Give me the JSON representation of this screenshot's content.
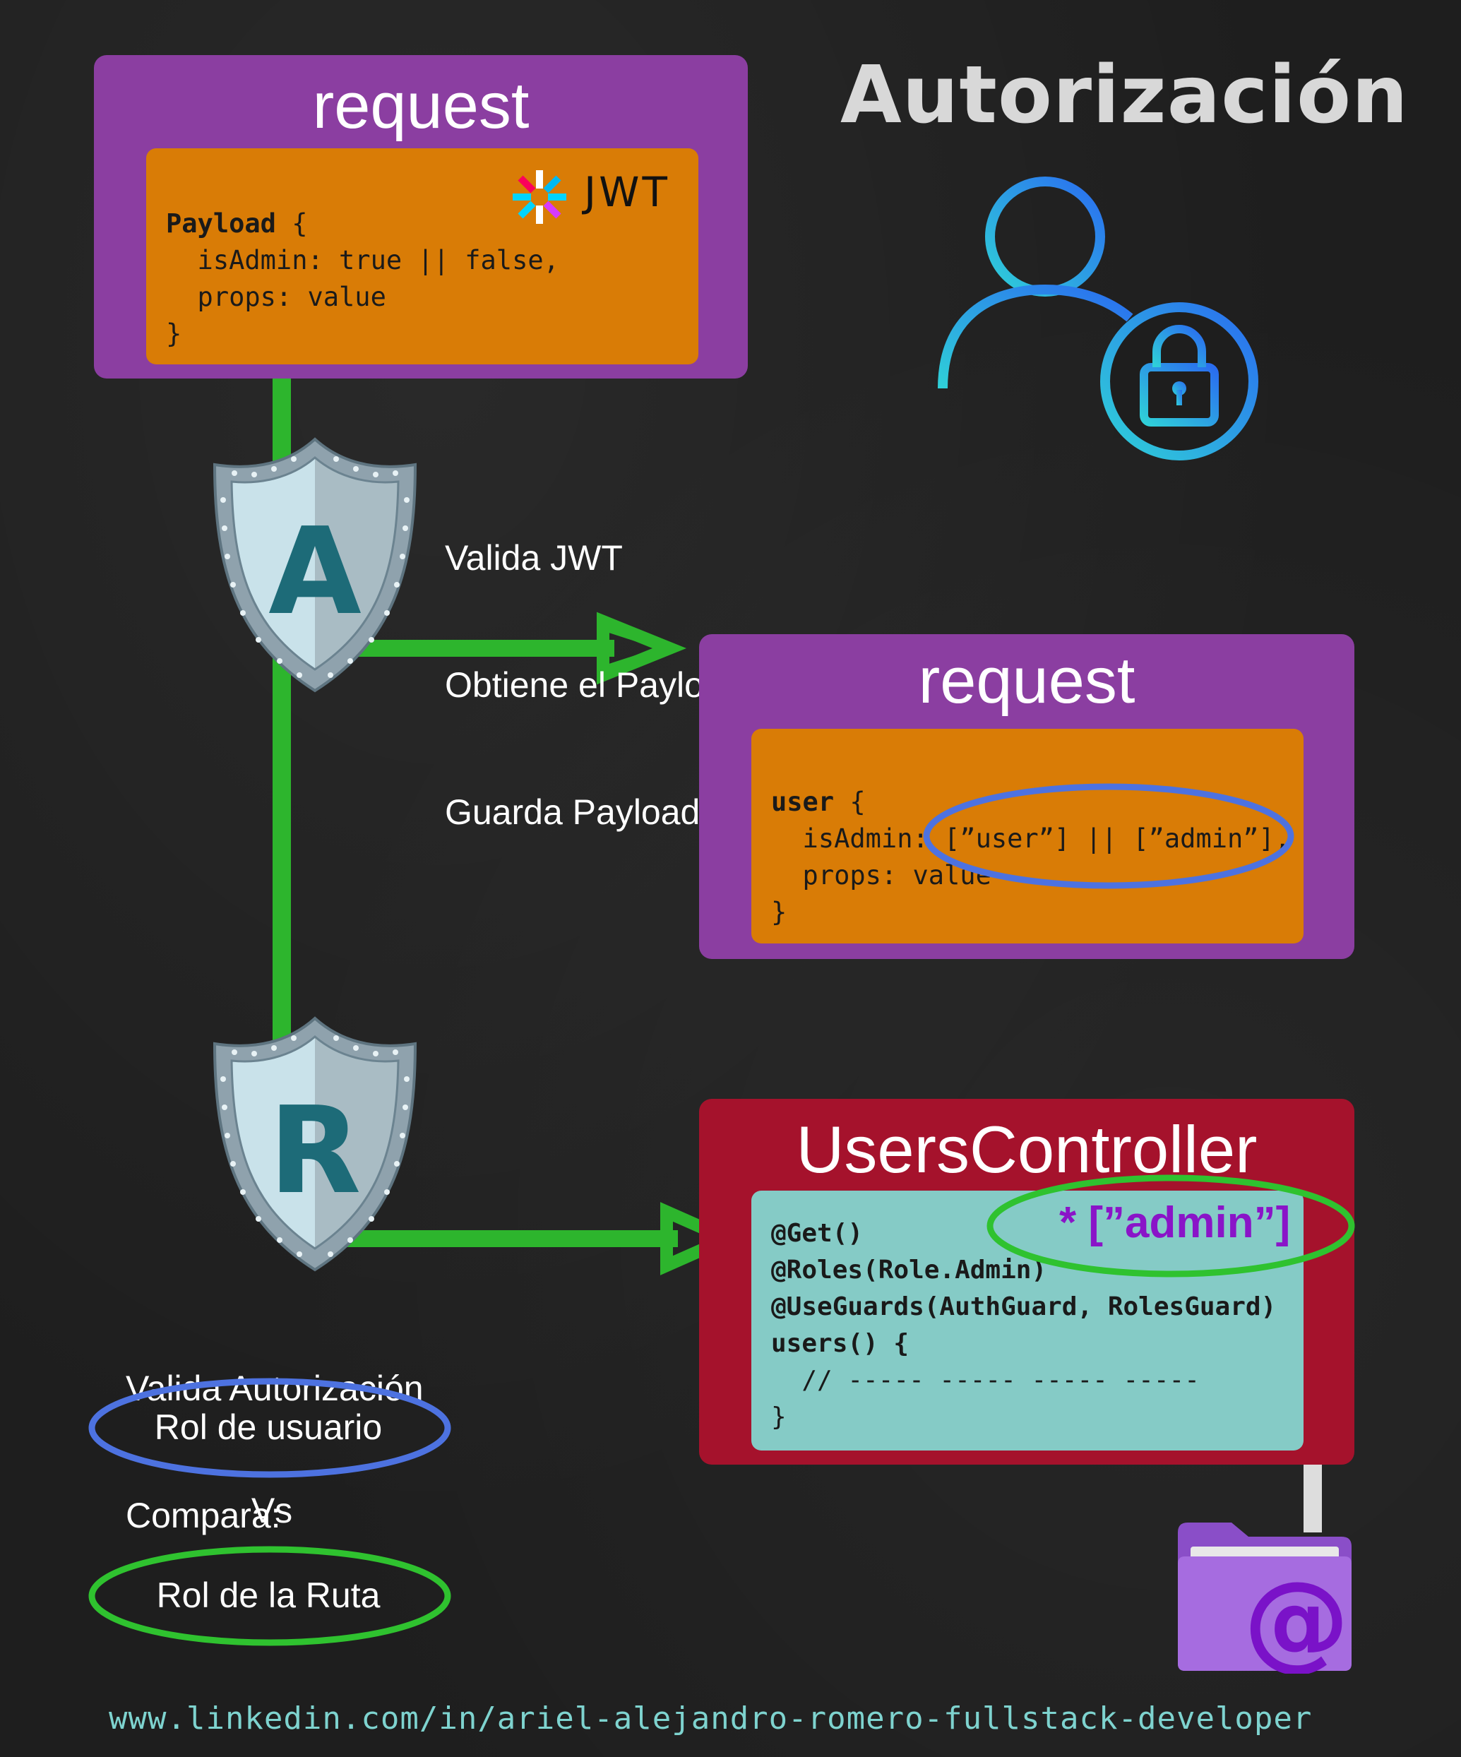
{
  "title": "Autorización",
  "top_request": {
    "title": "request",
    "jwt_logo_text": "JWT",
    "code": {
      "line1_keyword": "Payload",
      "line1_rest": " {",
      "line2": "  isAdmin: true || false,",
      "line3": "  props: value",
      "line4": "}"
    }
  },
  "guard_a": {
    "letter": "A",
    "notes": [
      "Valida JWT",
      "Obtiene el Payload",
      "Guarda Payload en “request”"
    ]
  },
  "mid_request": {
    "title": "request",
    "code": {
      "line1_keyword": "user",
      "line1_rest": " {",
      "line2": "  isAdmin: [”user”] || [”admin”],",
      "line3": "  props: value",
      "line4": "}"
    }
  },
  "guard_r": {
    "letter": "R",
    "notes": [
      "Valida Autorización",
      "Compara:"
    ]
  },
  "comparison": {
    "user_role": "Rol de usuario",
    "vs": "Vs",
    "route_role": "Rol de la Ruta"
  },
  "controller": {
    "title": "UsersController",
    "route_role_label": "* [”admin”]",
    "code": {
      "line1": "@Get()",
      "line2": "@Roles(Role.Admin)",
      "line3": "@UseGuards(AuthGuard, RolesGuard)",
      "line4": "users() {",
      "line5": "  // ----- ----- ----- -----",
      "line6": "}"
    }
  },
  "decorator_icon": "folder-at-icon",
  "user_lock_icon": "user-lock-icon",
  "footer_url": "www.linkedin.com/in/ariel-alejandro-romero-fullstack-developer",
  "colors": {
    "purple": "#8b3ea1",
    "orange": "#d97c06",
    "red": "#a5122c",
    "teal": "#85cbc6",
    "green": "#2db52d",
    "blue_oval": "#4d72e0",
    "green_oval": "#2fc22f",
    "admin_text": "#8a14c8"
  }
}
